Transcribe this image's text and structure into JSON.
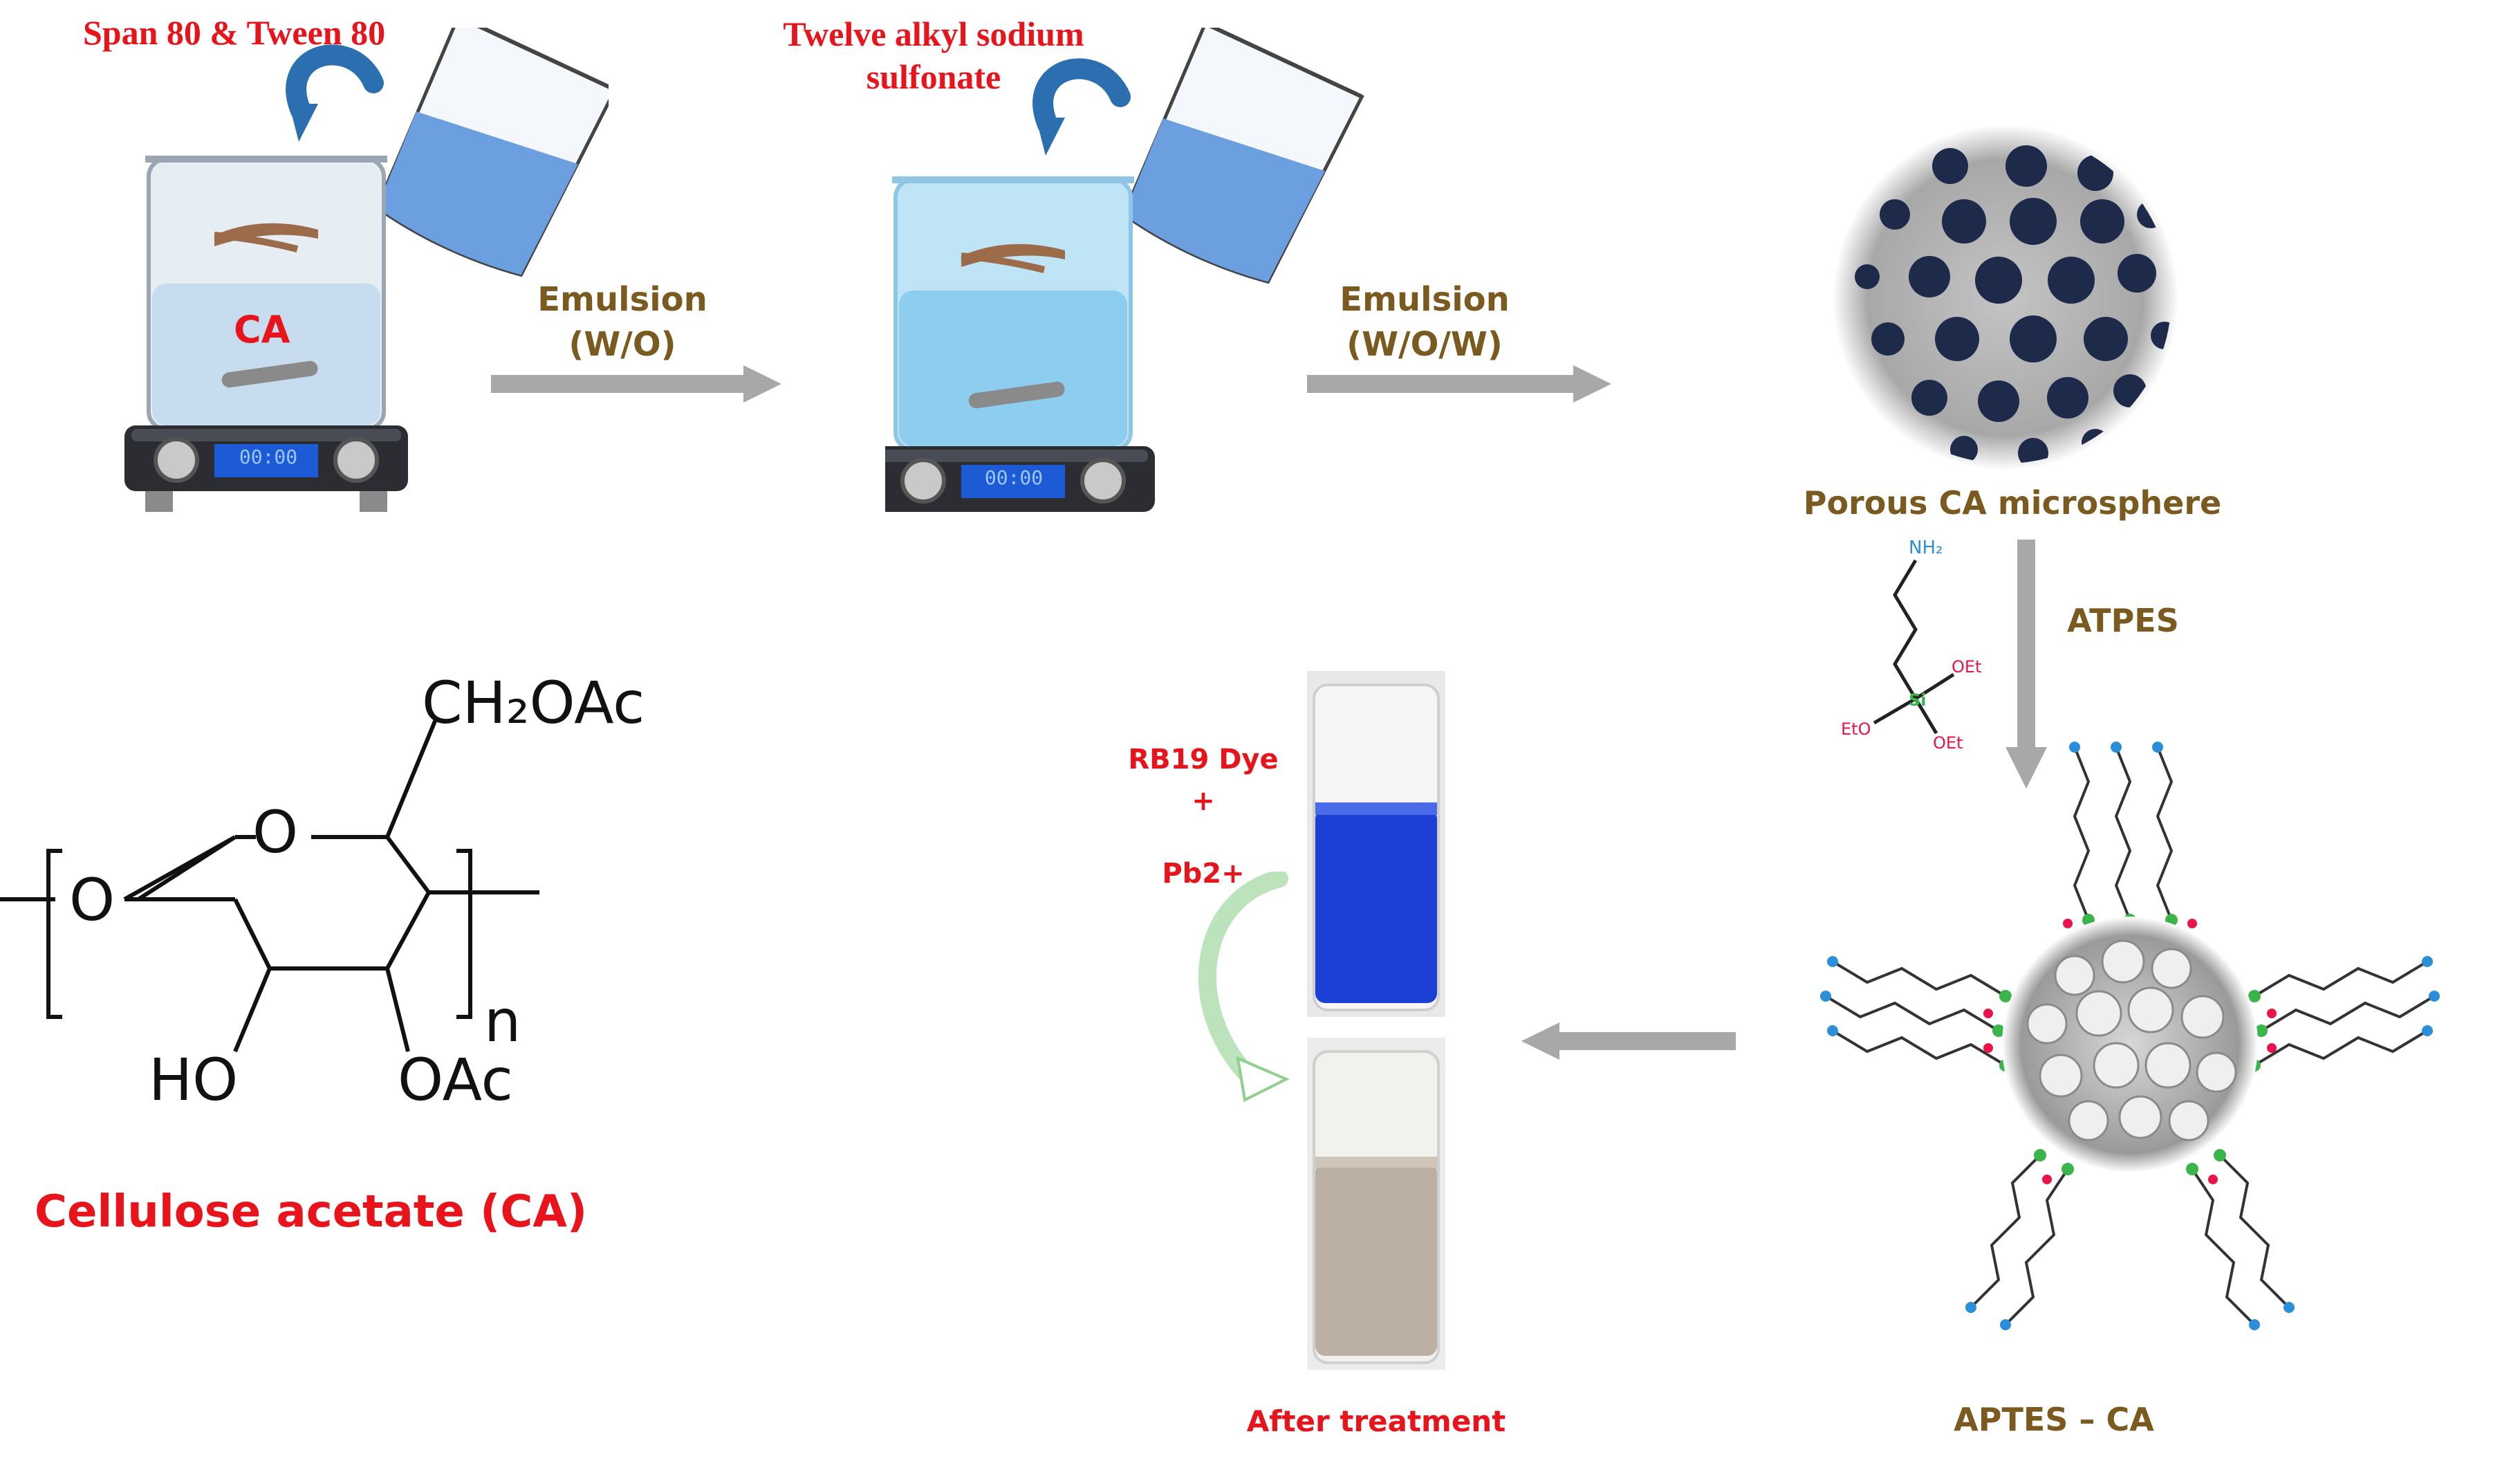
{
  "labels": {
    "span_tween": "Span 80 & Tween 80",
    "twelve_alkyl": "Twelve alkyl sodium sulfonate",
    "ca_beaker": "CA",
    "timer1": "00:00",
    "timer2": "00:00",
    "emulsion1_title": "Emulsion",
    "emulsion1_sub": "(W/O)",
    "emulsion2_title": "Emulsion",
    "emulsion2_sub": "(W/O/W)",
    "porous": "Porous CA microsphere",
    "atpes": "ATPES",
    "aptes_ca": "APTES – CA",
    "rb19": "RB19 Dye",
    "plus": "+",
    "pb": "Pb2+",
    "after": "After treatment",
    "cellulose": "Cellulose acetate (CA)"
  },
  "structure": {
    "ch2oac": "CH₂OAc",
    "o_ring": "O",
    "o_link": "O",
    "n": "n",
    "ho": "HO",
    "oac": "OAc"
  },
  "atpes_mol": {
    "nh2": "NH₂",
    "oet1": "OEt",
    "si": "Si",
    "eto": "EtO",
    "oet2": "OEt"
  },
  "colors": {
    "red": "#e8141c",
    "brown": "#7a5a1e",
    "blue_dye": "#1c3fd6",
    "pore": "#1e2a4a",
    "amine": "#2a8fd8",
    "silicon": "#3ab54a",
    "oxygen": "#e8144a"
  }
}
